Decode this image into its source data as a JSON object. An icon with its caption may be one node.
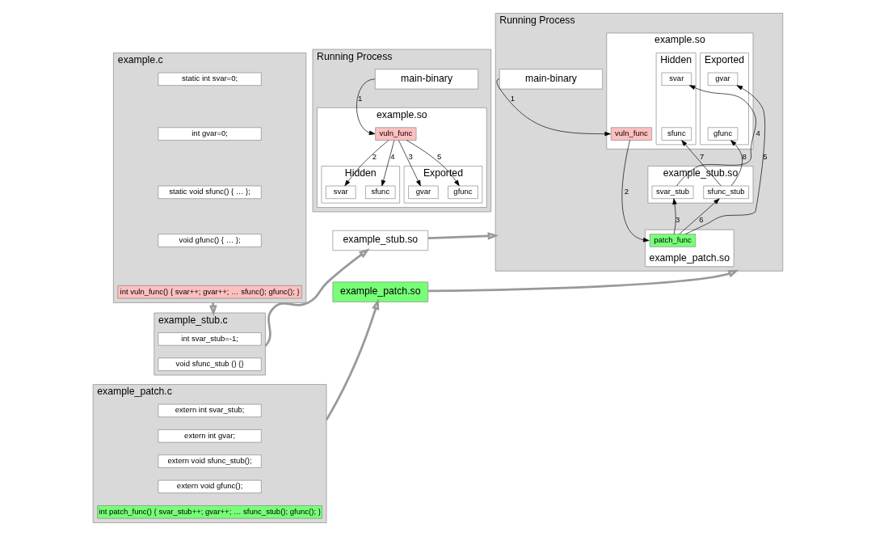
{
  "diagram": {
    "nodes": [
      {
        "text": [
          "example.c"
        ]
      },
      {
        "text": [
          "static int svar=0;"
        ],
        "in": 0
      },
      {
        "text": [
          "int gvar=0;"
        ],
        "in": 0
      },
      {
        "text": [
          "static void sfunc() { … };"
        ],
        "in": 0
      },
      {
        "text": [
          "void gfunc() { … };"
        ],
        "in": 0
      },
      {
        "text": [
          "int vuln_func() { svar++; gvar++; … sfunc(); gfunc(); }"
        ],
        "in": 0
      },
      {
        "text": [
          "example_stub.c"
        ]
      },
      {
        "text": [
          "int svar_stub=-1;"
        ],
        "in": 6
      },
      {
        "text": [
          "void sfunc_stub () {}"
        ],
        "in": 6
      },
      {
        "text": [
          "example_patch.c"
        ]
      },
      {
        "text": [
          "extern int svar_stub;"
        ],
        "in": 9
      },
      {
        "text": [
          "extern int gvar;"
        ],
        "in": 9
      },
      {
        "text": [
          "extern void sfunc_stub();"
        ],
        "in": 9
      },
      {
        "text": [
          "extern void gfunc();"
        ],
        "in": 9
      },
      {
        "text": [
          "int patch_func() { svar_stub++; gvar++; … sfunc_stub(); gfunc(); }"
        ],
        "in": 9
      },
      {
        "text": [
          "Running Process"
        ]
      },
      {
        "text": [
          "main-binary"
        ],
        "in": 15
      },
      {
        "text": [
          "example.so"
        ],
        "in": 15
      },
      {
        "text": [
          "vuln_func"
        ],
        "in": 17
      },
      {
        "text": [
          "Hidden"
        ],
        "in": 17
      },
      {
        "text": [
          "svar"
        ],
        "in": 19
      },
      {
        "text": [
          "sfunc"
        ],
        "in": 19
      },
      {
        "text": [
          "Exported"
        ],
        "in": 17
      },
      {
        "text": [
          "gvar"
        ],
        "in": 22
      },
      {
        "text": [
          "gfunc"
        ],
        "in": 22
      },
      {
        "text": [
          "example_stub.so"
        ]
      },
      {
        "text": [
          "example_patch.so"
        ]
      },
      {
        "text": [
          "Running Process"
        ]
      },
      {
        "text": [
          "main-binary"
        ],
        "in": 27
      },
      {
        "text": [
          "example.so"
        ],
        "in": 27
      },
      {
        "text": [
          "vuln_func"
        ],
        "in": 29
      },
      {
        "text": [
          "Hidden"
        ],
        "in": 29
      },
      {
        "text": [
          "svar"
        ],
        "in": 31
      },
      {
        "text": [
          "sfunc"
        ],
        "in": 31
      },
      {
        "text": [
          "Exported"
        ],
        "in": 29
      },
      {
        "text": [
          "gvar"
        ],
        "in": 34
      },
      {
        "text": [
          "gfunc"
        ],
        "in": 34
      },
      {
        "text": [
          "example_stub.so"
        ],
        "in": 27
      },
      {
        "text": [
          "svar_stub"
        ],
        "in": 37
      },
      {
        "text": [
          "sfunc_stub"
        ],
        "in": 37
      },
      {
        "text": [
          "example_patch.so"
        ],
        "in": 27
      },
      {
        "text": [
          "patch_func"
        ],
        "in": 40
      }
    ],
    "edges": [
      {
        "from": 0,
        "to": 6,
        "arrow": "to",
        "style": "thick",
        "color": "#999999"
      },
      {
        "from": 6,
        "to": 25,
        "arrow": "to",
        "style": "thick",
        "color": "#999999"
      },
      {
        "from": 9,
        "to": 26,
        "arrow": "to",
        "style": "thick",
        "color": "#999999"
      },
      {
        "from": 25,
        "to": 27,
        "arrow": "to",
        "style": "thick",
        "color": "#999999"
      },
      {
        "from": 26,
        "to": 27,
        "arrow": "to",
        "style": "thick",
        "color": "#999999"
      },
      {
        "from": 16,
        "to": 18,
        "arrow": "to",
        "label": "1"
      },
      {
        "from": 18,
        "to": 20,
        "arrow": "to",
        "label": "2"
      },
      {
        "from": 18,
        "to": 23,
        "arrow": "to",
        "label": "3"
      },
      {
        "from": 18,
        "to": 21,
        "arrow": "to",
        "label": "4"
      },
      {
        "from": 18,
        "to": 24,
        "arrow": "to",
        "label": "5"
      },
      {
        "from": 28,
        "to": 30,
        "arrow": "to",
        "label": "1"
      },
      {
        "from": 30,
        "to": 41,
        "arrow": "to",
        "label": "2"
      },
      {
        "from": 41,
        "to": 38,
        "arrow": "to",
        "label": "3"
      },
      {
        "from": 38,
        "to": 32,
        "arrow": "to",
        "label": "4"
      },
      {
        "from": 41,
        "to": 35,
        "arrow": "to",
        "label": "5"
      },
      {
        "from": 41,
        "to": 39,
        "arrow": "to",
        "label": "6"
      },
      {
        "from": 39,
        "to": 33,
        "arrow": "to",
        "label": "7"
      },
      {
        "from": 39,
        "to": 36,
        "arrow": "to",
        "label": "8"
      }
    ]
  }
}
